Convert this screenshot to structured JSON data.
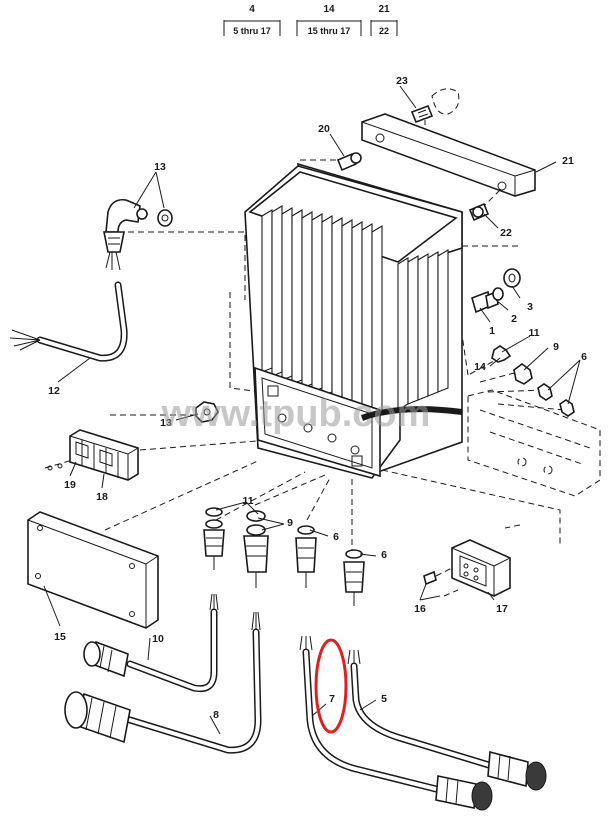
{
  "references": [
    {
      "number": "4",
      "range": "5 thru 17"
    },
    {
      "number": "14",
      "range": "15 thru 17"
    },
    {
      "number": "21",
      "range": "22"
    }
  ],
  "watermark": "www.tpub.com",
  "callouts": {
    "c1": "1",
    "c2": "2",
    "c3": "3",
    "c5": "5",
    "c6a": "6",
    "c6b": "6",
    "c6c": "6",
    "c7": "7",
    "c8": "8",
    "c9a": "9",
    "c9b": "9",
    "c10": "10",
    "c11a": "11",
    "c11b": "11",
    "c12": "12",
    "c13a": "13",
    "c13b": "13",
    "c14": "14",
    "c15": "15",
    "c16": "16",
    "c17": "17",
    "c18": "18",
    "c19": "19",
    "c20": "20",
    "c21": "21",
    "c22": "22",
    "c23": "23"
  },
  "highlight": {
    "target_callout": "7",
    "color": "#e0201f"
  },
  "colors": {
    "line": "#1a1a1a",
    "watermark": "#9a9a9a"
  }
}
